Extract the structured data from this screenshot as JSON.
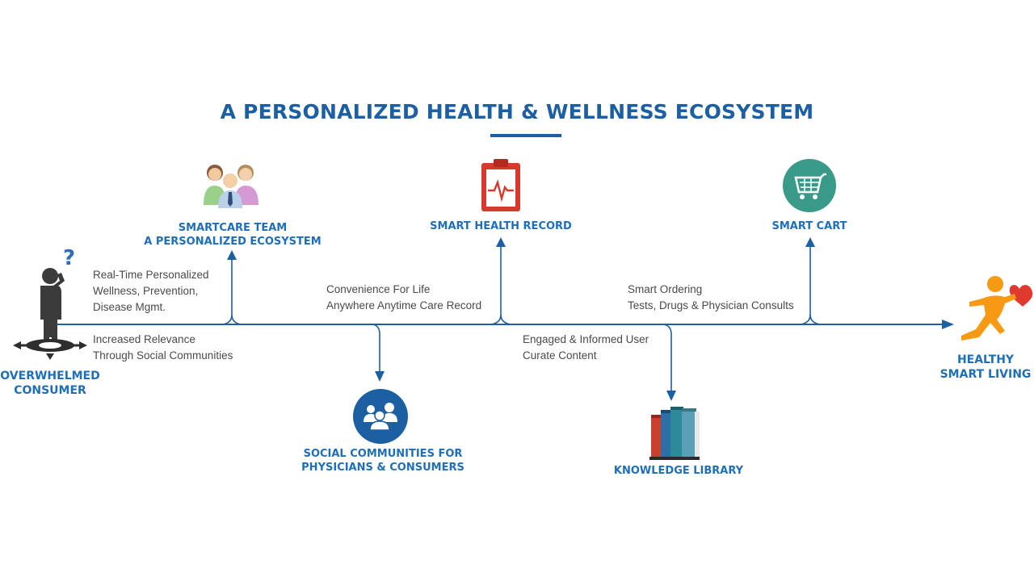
{
  "title": "A PERSONALIZED HEALTH & WELLNESS ECOSYSTEM",
  "colors": {
    "primary": "#1d5fa3",
    "label": "#1f6fb8",
    "text": "#4a4a4a"
  },
  "start": {
    "line1": "OVERWHELMED",
    "line2": "CONSUMER",
    "icon": "confused-person-icon"
  },
  "end": {
    "line1": "HEALTHY",
    "line2": "SMART LIVING",
    "icon": "happy-person-heart-icon"
  },
  "top_nodes": [
    {
      "line1": "SMARTCARE TEAM",
      "line2": "A PERSONALIZED ECOSYSTEM",
      "icon": "team-icon"
    },
    {
      "line1": "SMART HEALTH RECORD",
      "icon": "health-record-icon"
    },
    {
      "line1": "SMART CART",
      "icon": "shopping-cart-icon"
    }
  ],
  "bottom_nodes": [
    {
      "line1": "SOCIAL COMMUNITIES  FOR",
      "line2": "PHYSICIANS & CONSUMERS",
      "icon": "community-icon"
    },
    {
      "line1": "KNOWLEDGE LIBRARY",
      "icon": "books-icon"
    }
  ],
  "descriptions": {
    "d1": [
      "Real-Time Personalized",
      "Wellness, Prevention,",
      "Disease Mgmt."
    ],
    "d2": [
      "Increased Relevance",
      "Through Social Communities"
    ],
    "d3": [
      "Convenience For Life",
      "Anywhere Anytime Care Record"
    ],
    "d4": [
      "Engaged & Informed User",
      "Curate Content"
    ],
    "d5": [
      "Smart Ordering",
      "Tests, Drugs & Physician Consults"
    ]
  }
}
